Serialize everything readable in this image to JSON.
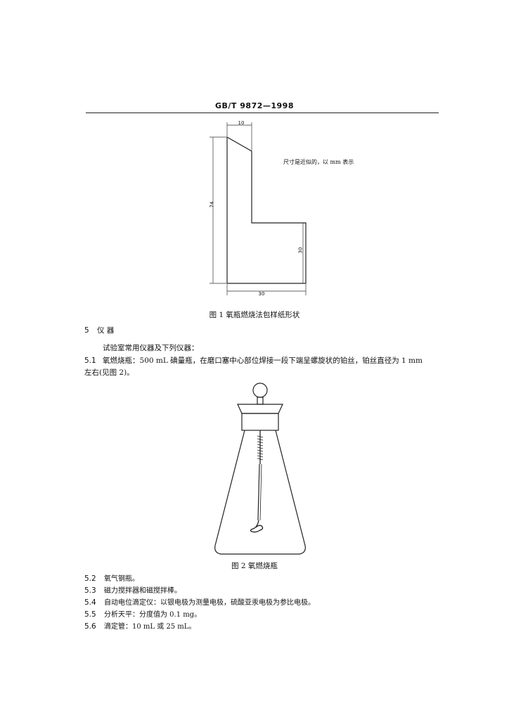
{
  "header": {
    "standard": "GB/T 9872—1998"
  },
  "figure1": {
    "dim_top": "10",
    "dim_left": "74",
    "dim_right": "30",
    "dim_bottom": "30",
    "note": "尺寸是近似的，以 mm 表示",
    "caption": "图 1   氧瓶燃烧法包样纸形状"
  },
  "section5": {
    "number": "5",
    "title": "仪  器",
    "intro": "试验室常用仪器及下列仪器：",
    "item1": {
      "number": "5.1",
      "text_line1": "氧燃烧瓶：500 mL 碘量瓶，在磨口塞中心部位焊接一段下端呈螺旋状的铂丝，铂丝直径为 1 mm",
      "text_line2": "左右(见图 2)。"
    }
  },
  "figure2": {
    "caption": "图 2   氧燃烧瓶"
  },
  "items": [
    {
      "number": "5.2",
      "text": "氧气钢瓶。"
    },
    {
      "number": "5.3",
      "text": "磁力搅拌器和磁搅拌棒。"
    },
    {
      "number": "5.4",
      "text": "自动电位滴定仪：以银电极为测量电极，硫酸亚汞电极为参比电极。"
    },
    {
      "number": "5.5",
      "text": "分析天平：分度值为 0.1 mg。"
    },
    {
      "number": "5.6",
      "text": "滴定管：10 mL 或 25 mL。"
    }
  ]
}
